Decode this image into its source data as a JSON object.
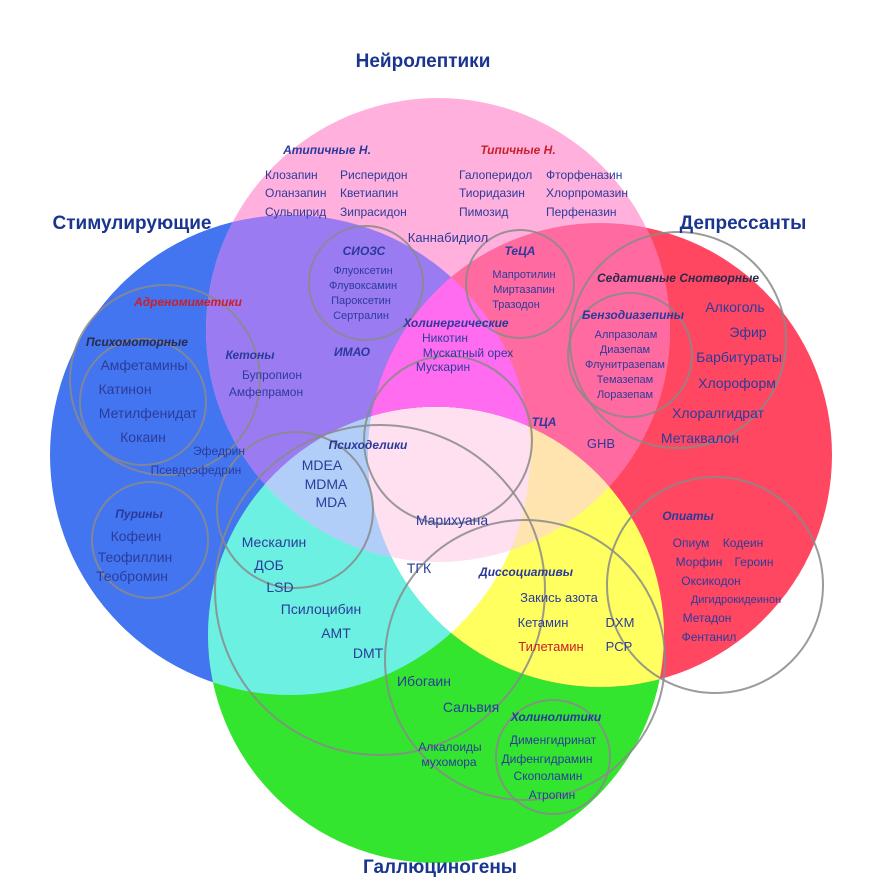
{
  "colors": {
    "neuroleptics": "#ff8ccf",
    "stimulants": "#2c64f0",
    "depressants": "#ff3250",
    "hallucinogens": "#2ee62a",
    "psychedelics_center": "#ffffff",
    "dissociatives_yellow": "#ffff4a",
    "title_blue": "#1a3590",
    "accent_red": "#c8202a"
  },
  "titles": {
    "neuroleptics": "Нейролептики",
    "stimulants": "Стимулирующие",
    "depressants": "Депрессанты",
    "hallucinogens": "Галлюциногены"
  },
  "subgroups": {
    "atypical": "Атипичные Н.",
    "typical": "Типичные Н.",
    "ssri": "СИОЗС",
    "tca_top": "ТеЦА",
    "sedatives": "Седативные Снотворные",
    "benzodiazepines": "Бензодиазепины",
    "adrenomimetics": "Адреномиметики",
    "psychomotor": "Психомоторные",
    "ketones": "Кетоны",
    "maoi": "ИМАО",
    "cholinergic": "Холинергические",
    "psychedelics": "Психоделики",
    "tca_mid": "ТЦА",
    "purines": "Пурины",
    "opiates": "Опиаты",
    "dissociatives": "Диссоциативы",
    "anticholinergics": "Холинолитики"
  },
  "items": {
    "atypical": [
      "Клозапин",
      "Рисперидон",
      "Оланзапин",
      "Кветиапин",
      "Сульпирид",
      "Зипрасидон"
    ],
    "typical": [
      "Галоперидол",
      "Фторфеназин",
      "Тиоридазин",
      "Хлорпромазин",
      "Пимозид",
      "Перфеназин"
    ],
    "cannabidiol": "Каннабидиол",
    "ssri": [
      "Флуоксетин",
      "Флувоксамин",
      "Пароксетин",
      "Сертралин"
    ],
    "tca_top": [
      "Мапротилин",
      "Миртазапин",
      "Тразодон"
    ],
    "cholinergic": [
      "Никотин",
      "Мускатный орех",
      "Мускарин"
    ],
    "ketones": [
      "Бупропион",
      "Амфепрамон"
    ],
    "psychomotor": [
      "Амфетамины",
      "Катинон",
      "Метилфенидат",
      "Кокаин"
    ],
    "adreno_other": [
      "Эфедрин",
      "Псевдоэфедрин"
    ],
    "benzodiazepines": [
      "Алпразолам",
      "Диазепам",
      "Флунитразепам",
      "Темазепам",
      "Лоразепам"
    ],
    "sedatives": [
      "Алкоголь",
      "Эфир",
      "Барбитураты",
      "Хлороформ",
      "Хлоралгидрат",
      "Метаквалон"
    ],
    "ghb": "GHB",
    "mdma_group": [
      "MDEA",
      "MDMA",
      "MDA"
    ],
    "marijuana": "Марихуана",
    "purines": [
      "Кофеин",
      "Теофиллин",
      "Теобромин"
    ],
    "hallucinogens_left": [
      "Мескалин",
      "ДОБ",
      "LSD",
      "Псилоцибин",
      "АМТ",
      "DMT"
    ],
    "thc": "ТГК",
    "dissociatives": [
      "Закись азота",
      "Кетамин",
      "DXM",
      "Тилетамин",
      "PCP"
    ],
    "opiates": [
      "Опиум",
      "Кодеин",
      "Морфин",
      "Героин",
      "Оксикодон",
      "Дигидрокидеинон",
      "Метадон",
      "Фентанил"
    ],
    "ibogaine": "Ибогаин",
    "salvia": "Сальвия",
    "amanita": [
      "Алкалоиды",
      "мухомора"
    ],
    "anticholinergics": [
      "Дименгидринат",
      "Дифенгидрамин",
      "Скополамин",
      "Атропин"
    ]
  }
}
